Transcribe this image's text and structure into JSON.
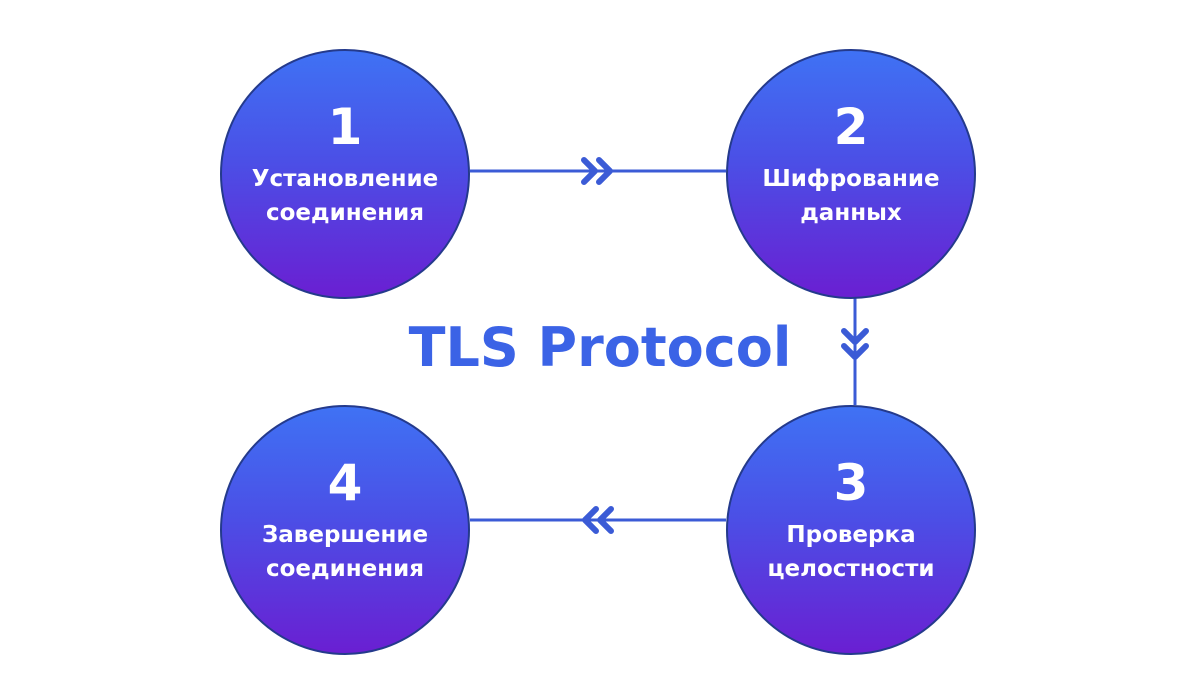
{
  "title": "TLS Protocol",
  "steps": [
    {
      "number": "1",
      "label": "Установление\nсоединения"
    },
    {
      "number": "2",
      "label": "Шифрование\nданных"
    },
    {
      "number": "3",
      "label": "Проверка\nцелостности"
    },
    {
      "number": "4",
      "label": "Завершение\nсоединения"
    }
  ],
  "colors": {
    "accent": "#3b63e6",
    "circle_top": "#3f72f4",
    "circle_bottom": "#6a1fd2",
    "circle_border": "#243a8c",
    "connector": "#3b5bd6"
  },
  "icons": {
    "connector_arrow": "double-chevron-icon"
  }
}
